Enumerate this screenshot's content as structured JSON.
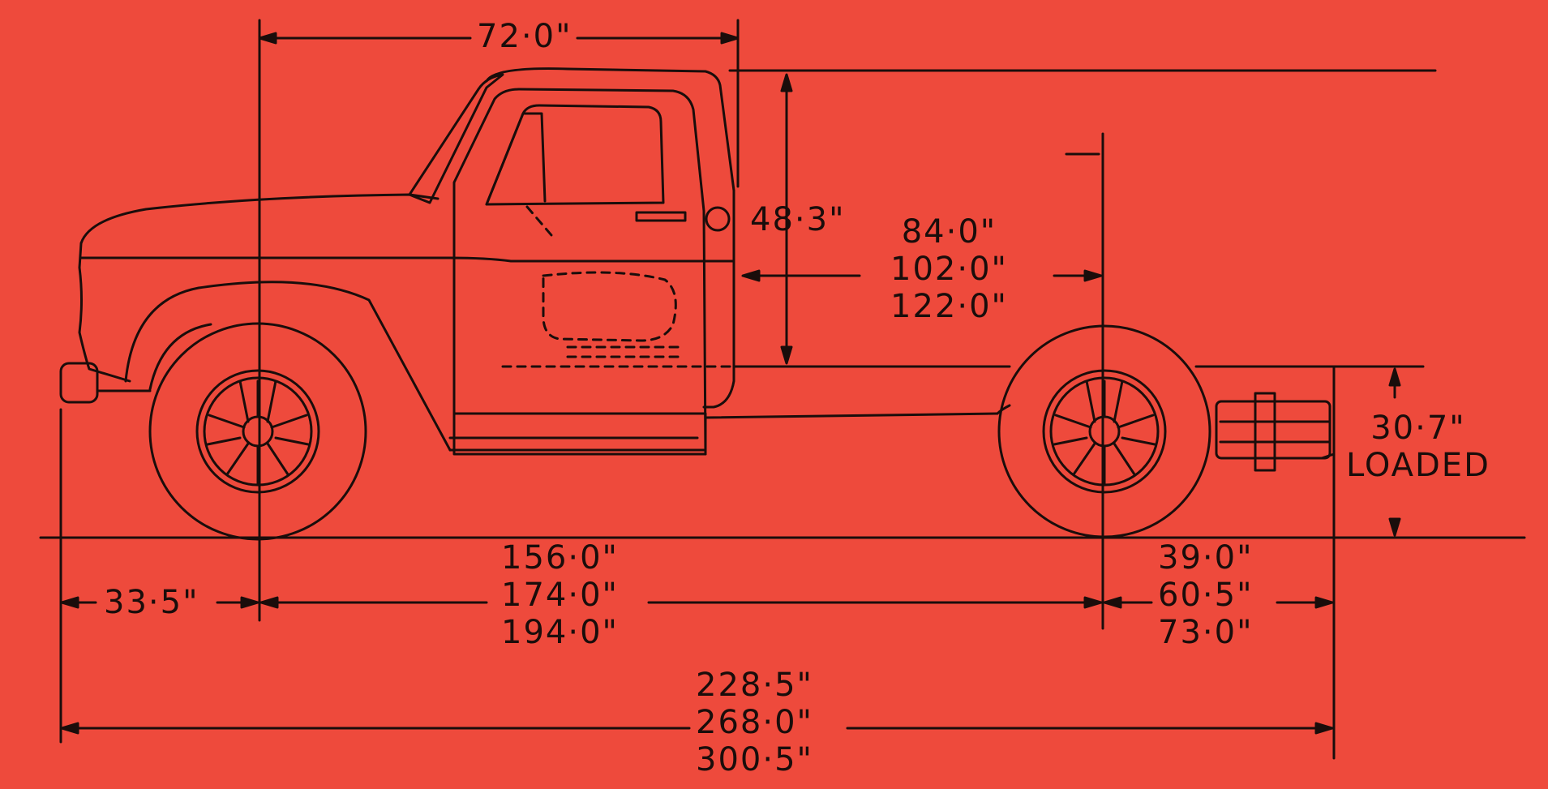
{
  "colors": {
    "background": "#ee4a3c",
    "ink": "#1a0d0b"
  },
  "dimensions": {
    "cab_to_front_axle": "72·0\"",
    "cab_height": "48·3\"",
    "cab_to_axle": [
      "84·0\"",
      "102·0\"",
      "122·0\""
    ],
    "frame_height_value": "30·7\"",
    "frame_height_note": "LOADED",
    "front_overhang": "33·5\"",
    "wheelbase": [
      "156·0\"",
      "174·0\"",
      "194·0\""
    ],
    "rear_overhang": [
      "39·0\"",
      "60·5\"",
      "73·0\""
    ],
    "overall_length": [
      "228·5\"",
      "268·0\"",
      "300·5\""
    ]
  }
}
